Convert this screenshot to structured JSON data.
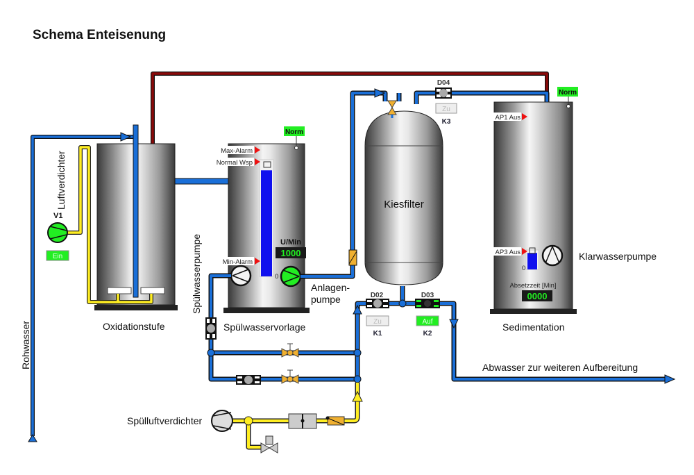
{
  "title": "Schema Enteisenung",
  "colors": {
    "water": "#1a6fd8",
    "air": "#ffee22",
    "return": "#8b0a0a",
    "ok": "#22ee22",
    "alarm": "#ee1111",
    "valve": "#f0b030",
    "level": "#1010ee"
  },
  "labels": {
    "rohwasser": "Rohwasser",
    "luftverdichter": "Luftverdichter",
    "oxidationsstufe": "Oxidationstufe",
    "spuelwasserpumpe": "Spülwasserpumpe",
    "spuelwasservorlage": "Spülwasservorlage",
    "anlagenpumpe_1": "Anlagen-",
    "anlagenpumpe_2": "pumpe",
    "kiesfilter": "Kiesfilter",
    "sedimentation": "Sedimentation",
    "klarwasserpumpe": "Klarwasserpumpe",
    "abwasser": "Abwasser zur weiteren Aufbereitung",
    "spuelluftverdichter": "Spülluftverdichter"
  },
  "v1": {
    "name": "V1",
    "status": "Ein",
    "state": "on"
  },
  "spuelwasservorlage": {
    "status_badge": "Norm",
    "max_alarm": "Max-Alarm",
    "normal_wsp": "Normal Wsp",
    "min_alarm": "Min-Alarm",
    "zero_label": "0",
    "level_percent": 92
  },
  "anlagenpumpe": {
    "speed_label": "U/Min",
    "speed_value": "1000",
    "state": "on"
  },
  "valves": {
    "d02": {
      "name": "D02",
      "button": "Zu",
      "key": "K1",
      "state": "closed"
    },
    "d03": {
      "name": "D03",
      "button": "Auf",
      "key": "K2",
      "state": "open"
    },
    "d04": {
      "name": "D04",
      "button": "Zu",
      "key": "K3",
      "state": "closed"
    }
  },
  "sedimentation": {
    "status_badge": "Norm",
    "ap1": "AP1 Aus",
    "ap3": "AP3 Aus",
    "zero_label": "0",
    "level_percent": 85,
    "absetzzeit_label": "Absetzzeit [Min]",
    "absetzzeit_value": "0000"
  }
}
